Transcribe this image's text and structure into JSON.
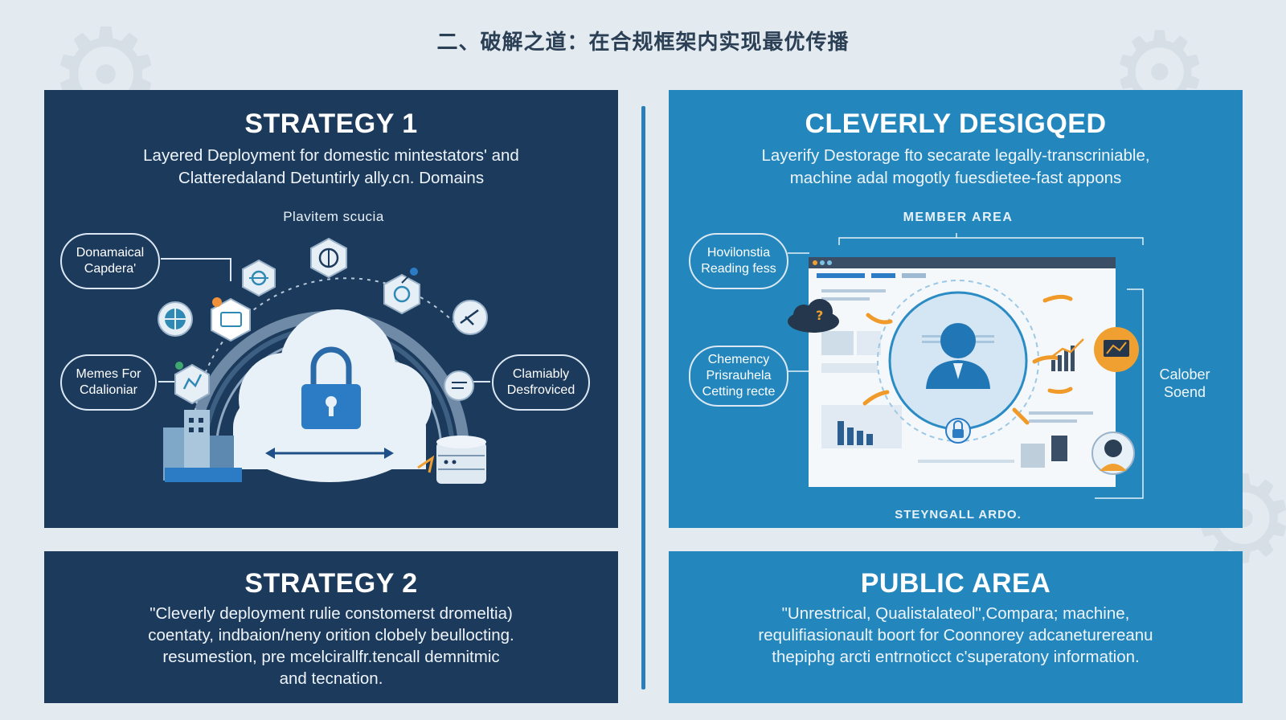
{
  "page": {
    "title": "二、破解之道：在合规框架内实现最优传播"
  },
  "strategy1": {
    "title": "STRATEGY 1",
    "description": [
      "Layered Deployment for domestic mintestators' and",
      "Clatteredaland Detuntirly ally.cn. Domains"
    ],
    "diagram_label": "Plavitem scucia",
    "pills": {
      "left_top": [
        "Donamaical",
        "Capdera'"
      ],
      "left_bottom": [
        "Memes For",
        "Cdalioniar"
      ],
      "right": [
        "Clamiably",
        "Desfroviced"
      ]
    }
  },
  "designed": {
    "title": "CLEVERLY DESIGQED",
    "description": [
      "Layerify Destorage fto secarate legally-transcriniable,",
      "machine adal mogotly fuesdietee-fast appons"
    ],
    "member_label": "MEMBER AREA",
    "bottom_label": "STEYNGALL ARDO.",
    "side_label": [
      "Calober",
      "Soend"
    ],
    "pills": {
      "top": [
        "Hovilonstia",
        "Reading fess"
      ],
      "bottom": [
        "Chemency",
        "Prisrauhela",
        "Cetting recte"
      ]
    }
  },
  "strategy2": {
    "title": "STRATEGY 2",
    "description": [
      "\"Cleverly deployment rulie constomerst dromeltia)",
      "coentaty, indbaion/neny orition clobely beullocting.",
      "resumestion, pre mcelcirallfr.tencall demnitmic",
      "and tecnation."
    ]
  },
  "public_area": {
    "title": "PUBLIC AREA",
    "description": [
      "\"Unrestrical, Qualistalateol\",Compara; machine,",
      "requlifiasionault boort for Coonnorey adcaneturereanu",
      "thepiphg arcti entrnoticct c'superatony information."
    ]
  },
  "icons": [
    "lock-icon",
    "cloud-icon",
    "globe-icon",
    "id-card-icon",
    "shield-icon",
    "network-icon",
    "satellite-icon",
    "chart-icon",
    "server-icon",
    "building-icon",
    "profile-icon",
    "avatar-icon",
    "monitor-icon",
    "help-cloud-icon"
  ],
  "colors": {
    "background": "#e3eaf0",
    "panel_dark": "#1c3a5c",
    "panel_blue": "#2387bd",
    "accent_orange": "#f0a030",
    "lock_blue": "#2b7cc4"
  }
}
